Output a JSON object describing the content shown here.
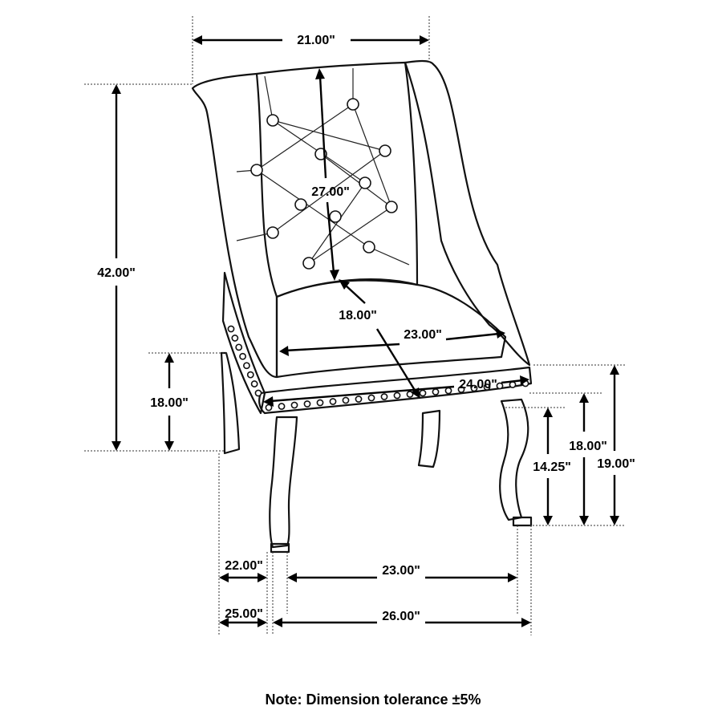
{
  "diagram": {
    "dimensions": {
      "overall_width": "21.00\"",
      "back_height": "27.00\"",
      "overall_height": "42.00\"",
      "seat_depth": "18.00\"",
      "inner_seat_width": "23.00\"",
      "seat_width": "24.00\"",
      "arm_height_left": "18.00\"",
      "seat_height": "18.00\"",
      "apron_height": "14.25\"",
      "seat_front_height": "19.00\"",
      "leg_depth_inner": "22.00\"",
      "leg_depth_outer": "25.00\"",
      "leg_width_inner": "23.00\"",
      "leg_width_outer": "26.00\""
    },
    "note": "Note: Dimension tolerance ±5%"
  }
}
